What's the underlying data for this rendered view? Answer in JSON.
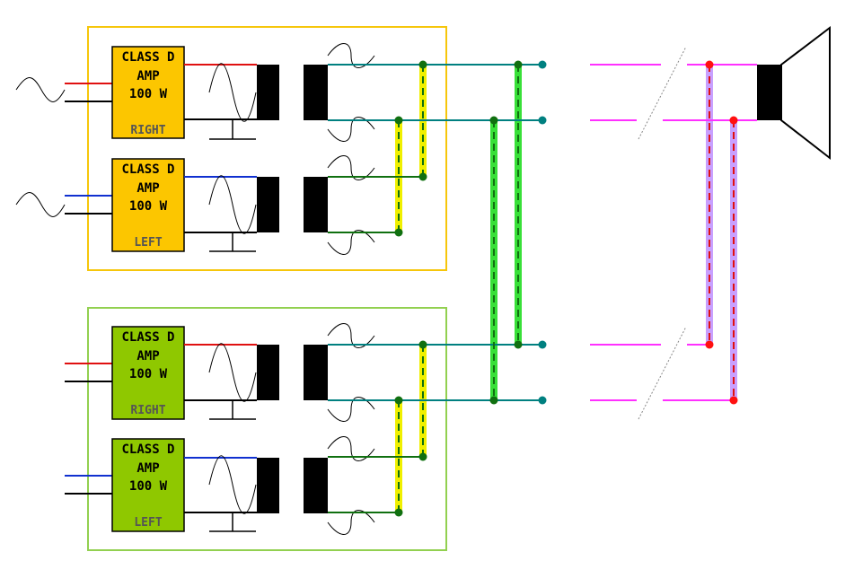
{
  "colors": {
    "group1_border": "#f6c60b",
    "group1_fill": "#fcc600",
    "group2_border": "#92d050",
    "group2_fill": "#8fc800",
    "wire_red": "#e01010",
    "wire_blue": "#1030d0",
    "wire_teal": "#008080",
    "wire_green": "#107010",
    "bridge_yellow": "#f0f000",
    "bridge_green": "#38e038",
    "bridge_lavender": "#c8a0ff",
    "speaker_pink": "#ff30ff",
    "node_green": "#107010",
    "node_teal": "#008080",
    "node_red": "#ff1010"
  },
  "amps": {
    "g1_right": {
      "line1": "CLASS D",
      "line2": "AMP",
      "line3": "100 W",
      "channel": "RIGHT"
    },
    "g1_left": {
      "line1": "CLASS D",
      "line2": "AMP",
      "line3": "100 W",
      "channel": "LEFT"
    },
    "g2_right": {
      "line1": "CLASS D",
      "line2": "AMP",
      "line3": "100 W",
      "channel": "RIGHT"
    },
    "g2_left": {
      "line1": "CLASS D",
      "line2": "AMP",
      "line3": "100 W",
      "channel": "LEFT"
    }
  },
  "icons": [
    "sine-wave-icon",
    "transformer-core-icon",
    "ground-icon",
    "speaker-icon",
    "cable-break-icon"
  ]
}
